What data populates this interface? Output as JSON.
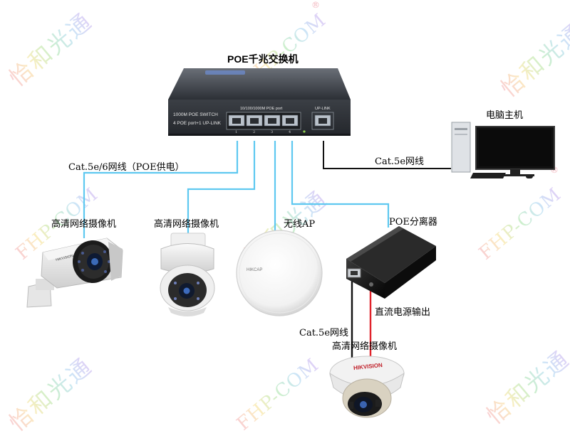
{
  "switch": {
    "title": "POE千兆交换机",
    "model_line1": "1000M POE SWITCH",
    "model_line2": "4 POE port+1 UP-LINK",
    "ports_caption": "10/100/1000M POE port",
    "uplink_caption": "UP-LINK",
    "port_numbers": [
      "1",
      "2",
      "3",
      "4"
    ]
  },
  "devices": {
    "pc": "电脑主机",
    "camera_bullet": "高清网络摄像机",
    "camera_ptz": "高清网络摄像机",
    "wireless_ap": "无线AP",
    "ap_brand": "HIKCAP",
    "poe_splitter": "POE分离器",
    "camera_dome": "高清网络摄像机",
    "dome_brand": "HIKVISION",
    "bullet_brand": "HIKVISION"
  },
  "cables": {
    "poe_cable": "Cat.5e/6网线（POE供电）",
    "uplink_cable": "Cat.5e网线",
    "dc_output": "直流电源输出",
    "splitter_cable": "Cat.5e网线"
  },
  "watermarks": {
    "cn": "恰和光通",
    "en": "FHP-COM",
    "reg": "®"
  },
  "colors": {
    "poe_line": "#5ec8f0",
    "data_line": "#111111",
    "dc_line": "#e0222a"
  }
}
